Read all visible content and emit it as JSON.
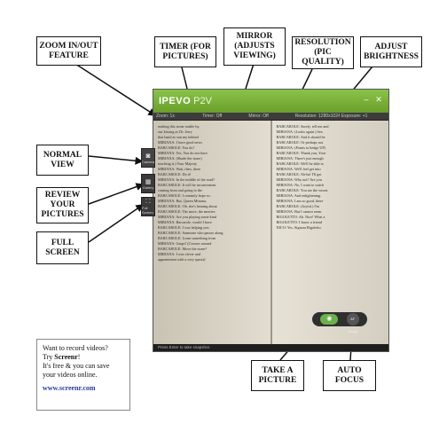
{
  "labels": {
    "zoom": "ZOOM IN/OUT FEATURE",
    "timer": "TIMER (FOR PICTURES)",
    "mirror": "MIRROR (ADJUSTS VIEWING)",
    "resolution": "RESOLUTION (PIC QUALITY)",
    "brightness": "ADJUST BRIGHTNESS",
    "normal_view": "NORMAL VIEW",
    "review": "REVIEW YOUR PICTURES",
    "full_screen": "FULL SCREEN",
    "take_picture": "TAKE A PICTURE",
    "auto_focus": "AUTO FOCUS"
  },
  "app": {
    "brand": "IPEVO",
    "product": "P2V",
    "controls": {
      "zoom": "Zoom: 1x",
      "timer": "Timer: Off",
      "mirror": "Mirror: Off",
      "resolution": "Resolution: 1280x1024",
      "exposure": "Exposure: +1"
    },
    "sidebar": {
      "camera": "Camera",
      "gallery": "Gallery",
      "fullscreen": "Full Screen"
    },
    "capture": {
      "af_label": "AF Single"
    },
    "status": "Press Enter to take snapshot.",
    "page_left": [
      "rushing this stone rouble by,",
      "our kissing as Dr. Jerry",
      "that hand as sun my behind",
      "MIRIANA: I have good news",
      "BARCAROLE: You do!",
      "MIRIANA: Yes. You do not have",
      "MIRIANA: (Shade the stone)",
      "touching it.) Your Majesty",
      "MIRIANA: Wait, then, there",
      "BARCAROLE: Do it!",
      "MIRIANA: In the middle of the road?",
      "BARCAROLE: It will be inconvenient",
      "coming from and going to the",
      "BARCAROLE: I certainly hope so.",
      "MIRIANA: But, Queen Miriana,",
      "BARCAROLE: Oh, she's hearing about",
      "BARCAROLE: The more, the merrier.",
      "MIRIANA: Are you playing some kind",
      "MIRIANA: Barcarole, would I have",
      "BARCAROLE: I was helping you.",
      "BARCAROLE: Someone who passes along",
      "BARCAROLE: Learn something from",
      "MIRIANA: Gasps! (Crosses around",
      "BARCAROLE: Move the stone?",
      "MIRIANA: I was clever and",
      "appointment with a very special"
    ],
    "page_right": [
      "BARCAROLE: Surely, tell me and",
      "MIRIANA: (Looks again.) See,",
      "BARCAROLE: And it should be",
      "BARCAROLE: Or perhaps not.",
      "MIRIANA: (Points to hedge UP)",
      "BARCAROLE: Thank you, Your",
      "MIRIANA: There's just enough",
      "BARCAROLE: We'll be able to",
      "MIRIANA: We'll feel get into",
      "BARCAROLE: Ah-ha! I'll get",
      "MIRIANA: Why not? Are you",
      "MIRIANA: No, I want to watch",
      "BARCAROLE: You are the wisest",
      "MIRIANA: And enlightening.",
      "MIRIANA: I am so good, there",
      "BARCAROLE: (Joyful.) I'm",
      "MIRIANA: But I cannot seem",
      "RIGOLETTO: Ah. Nice! What a",
      "RIGOLETTO: I know a friend",
      "NICO: Yes, Signora Rigoletto."
    ]
  },
  "promo": {
    "line1": "Want to record videos?",
    "line2_pre": "Try ",
    "line2_brand": "Screenr",
    "line2_post": "!",
    "line3": "It's free & you can save your videos online.",
    "link": "www.screenr.com"
  },
  "colors": {
    "title_green": "#7cb342",
    "label_border": "#111111"
  }
}
